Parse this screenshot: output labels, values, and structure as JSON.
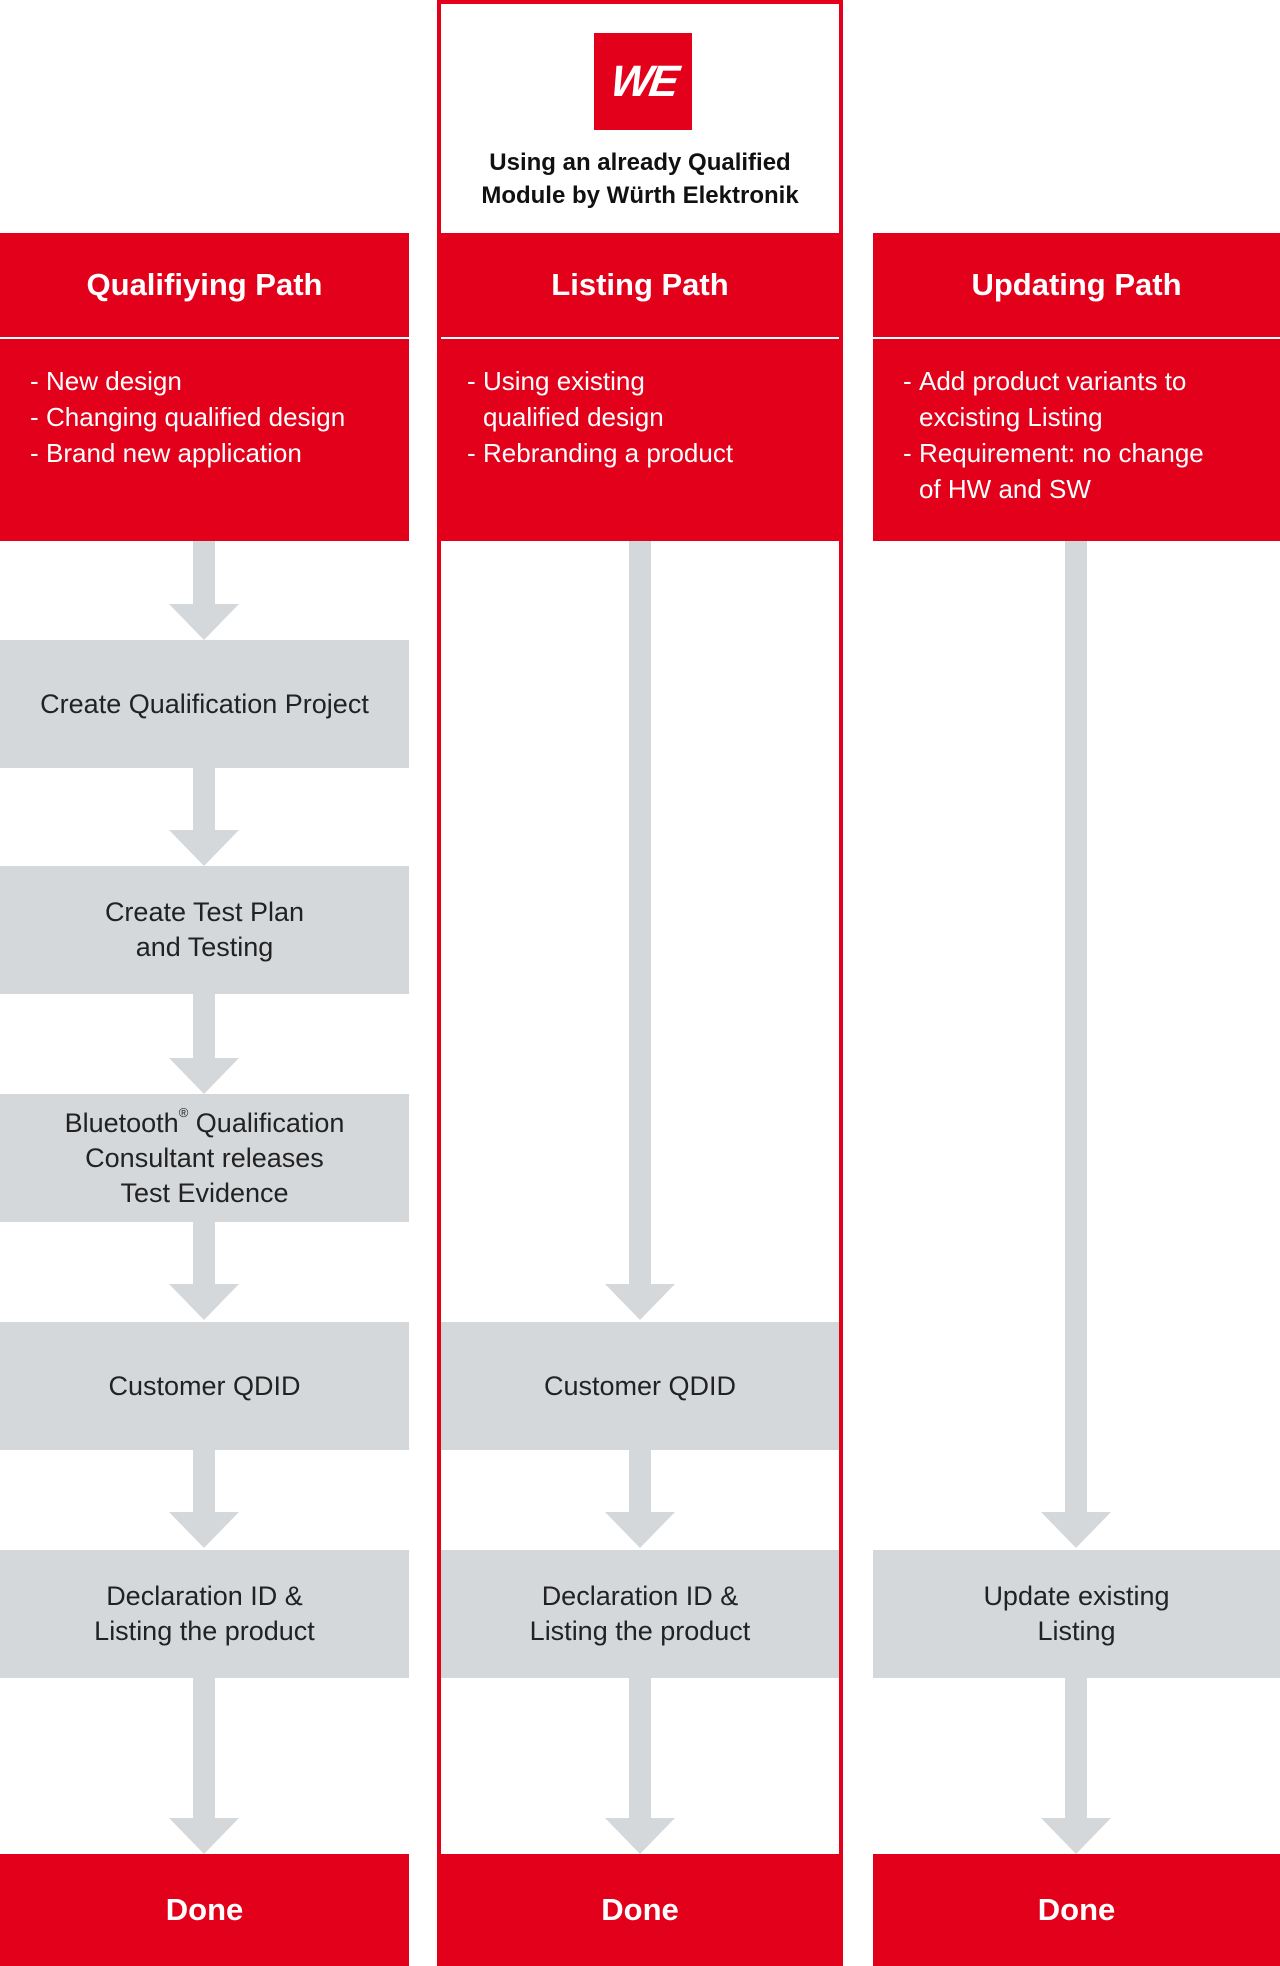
{
  "logo": {
    "text": "WE"
  },
  "module_note": "Using an already Qualified\nModule by Würth Elektronik",
  "colors": {
    "brand_red": "#e2001a",
    "step_grey": "#d5d8db"
  },
  "columns": [
    {
      "title": "Qualifiying Path",
      "items": [
        "New design",
        "Changing qualified design",
        "Brand new application"
      ],
      "steps": [
        "Create Qualification Project",
        "Create Test Plan\nand Testing",
        "Bluetooth",
        "Customer QDID",
        "Declaration ID &\nListing the product"
      ],
      "bluetooth_step": {
        "word": "Bluetooth",
        "mark": "®",
        "rest": " Qualification\nConsultant releases\nTest Evidence"
      },
      "done": "Done"
    },
    {
      "title": "Listing Path",
      "items": [
        "Using existing\nqualified design",
        "Rebranding a product"
      ],
      "steps": [
        "Customer QDID",
        "Declaration ID &\nListing the product"
      ],
      "done": "Done"
    },
    {
      "title": "Updating Path",
      "items": [
        "Add product variants to\nexcisting Listing",
        "Requirement: no change\nof HW and SW"
      ],
      "steps": [
        "Update existing\nListing"
      ],
      "done": "Done"
    }
  ]
}
